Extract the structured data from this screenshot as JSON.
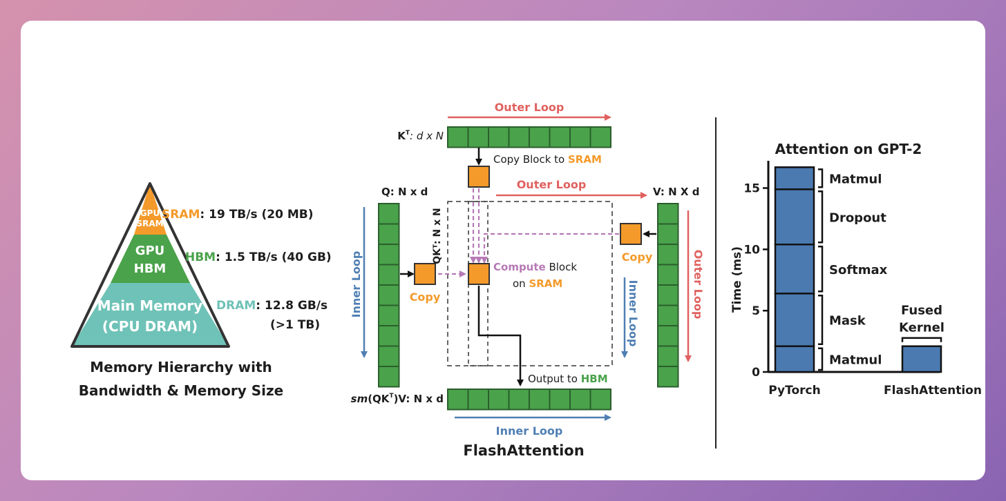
{
  "colors": {
    "orange": "#f49a2a",
    "green": "#4aa24b",
    "dark_green": "#2b7a2e",
    "teal": "#6fc2b7",
    "teal_text": "#5fb6ad",
    "red": "#e0615f",
    "blue": "#4f7fb3",
    "purple": "#b67ab6",
    "bar_fill": "#4b7ab0",
    "text": "#1d1d1d"
  },
  "pyramid": {
    "tier_sram_label_1": "GPU",
    "tier_sram_label_2": "SRAM",
    "tier_hbm_label_1": "GPU",
    "tier_hbm_label_2": "HBM",
    "tier_dram_label_1": "Main Memory",
    "tier_dram_label_2": "(CPU DRAM)",
    "sram_name": "SRAM",
    "sram_spec": ": 19 TB/s (20 MB)",
    "hbm_name": "HBM",
    "hbm_spec": ": 1.5 TB/s (40 GB)",
    "dram_name": "DRAM",
    "dram_spec_1": ": 12.8 GB/s",
    "dram_spec_2": "(>1 TB)",
    "caption_1": "Memory Hierarchy with",
    "caption_2": "Bandwidth & Memory Size"
  },
  "flash": {
    "outer_loop_top": "Outer Loop",
    "outer_loop_mid": "Outer Loop",
    "outer_loop_right": "Outer Loop",
    "inner_loop_left": "Inner Loop",
    "inner_loop_right": "Inner Loop",
    "inner_loop_bottom": "Inner Loop",
    "kt_label_prefix": "K",
    "kt_label_sup": "T",
    "kt_label_suffix": ": d x N",
    "q_label": "Q: N x d",
    "v_label": "V: N X d",
    "qkt_label": "QKᵀ: N x N",
    "copy_block_prefix": "Copy Block to ",
    "copy_block_target": "SRAM",
    "copy_left": "Copy",
    "copy_right": "Copy",
    "compute_word": "Compute",
    "compute_rest": " Block",
    "compute_on": "on ",
    "compute_sram": "SRAM",
    "output_prefix": "Output to ",
    "output_target": "HBM",
    "out_label_sm": "sm",
    "out_label_mid": "(QK",
    "out_label_sup": "T",
    "out_label_end": ")V: N x d",
    "caption": "FlashAttention"
  },
  "chart_data": {
    "type": "bar",
    "title": "Attention on GPT-2",
    "ylabel": "Time (ms)",
    "ylim": [
      0,
      17
    ],
    "yticks": [
      0,
      5,
      10,
      15
    ],
    "categories": [
      "PyTorch",
      "FlashAttention"
    ],
    "stacks": [
      {
        "category": "PyTorch",
        "segments": [
          {
            "label": "Matmul",
            "start": 0,
            "end": 2.1
          },
          {
            "label": "Mask",
            "start": 2.1,
            "end": 6.4
          },
          {
            "label": "Softmax",
            "start": 6.4,
            "end": 10.4
          },
          {
            "label": "Dropout",
            "start": 10.4,
            "end": 14.9
          },
          {
            "label": "Matmul",
            "start": 14.9,
            "end": 16.7
          }
        ]
      },
      {
        "category": "FlashAttention",
        "segments": [
          {
            "label": "Fused Kernel",
            "start": 0,
            "end": 2.1
          }
        ]
      }
    ],
    "fused_label_1": "Fused",
    "fused_label_2": "Kernel",
    "grid": false
  }
}
